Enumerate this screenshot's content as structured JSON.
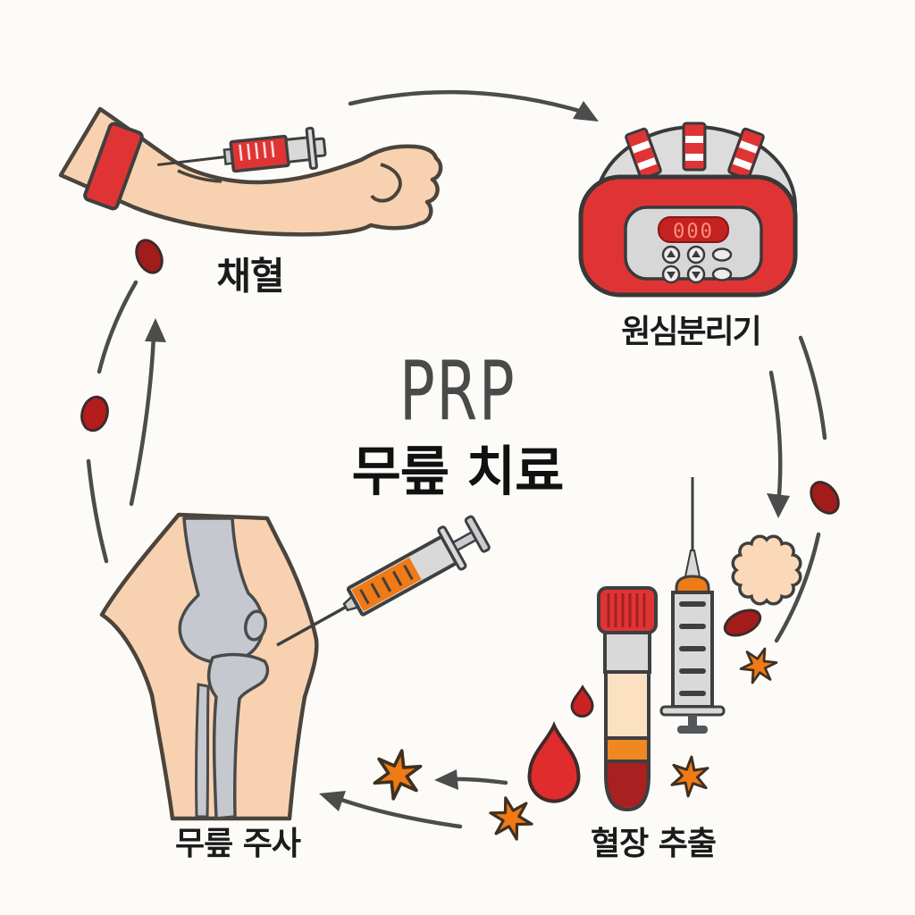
{
  "diagram": {
    "title": {
      "acronym": "PRP",
      "subtitle": "무릎 치료"
    },
    "steps": [
      {
        "id": "blood-draw",
        "label": "채혈"
      },
      {
        "id": "centrifuge",
        "label": "원심분리기"
      },
      {
        "id": "plasma-extraction",
        "label": "혈장 추출"
      },
      {
        "id": "knee-injection",
        "label": "무릎 주사"
      }
    ],
    "centrifuge_display": "000",
    "flow": [
      "blood-draw",
      "centrifuge",
      "plasma-extraction",
      "knee-injection"
    ],
    "icons": [
      "blood-syringe-icon",
      "tourniquet-icon",
      "centrifuge-icon",
      "test-tube-icon",
      "extraction-syringe-icon",
      "knee-syringe-icon",
      "red-blood-cell-icon",
      "platelet-star-icon",
      "cell-icon",
      "blood-drop-icon",
      "flow-arrow-icon"
    ],
    "colors": {
      "background": "#fcfbf8",
      "outline": "#3f3f3f",
      "red": "#e03434",
      "dark_red": "#a31c1c",
      "orange": "#ef7a16",
      "skin": "#f8d2b0",
      "plasma_cream": "#fbe0c2",
      "metal_gray": "#d9d9d9",
      "title_gray": "#4a4a4a",
      "text_black": "#1b1b1b"
    }
  }
}
